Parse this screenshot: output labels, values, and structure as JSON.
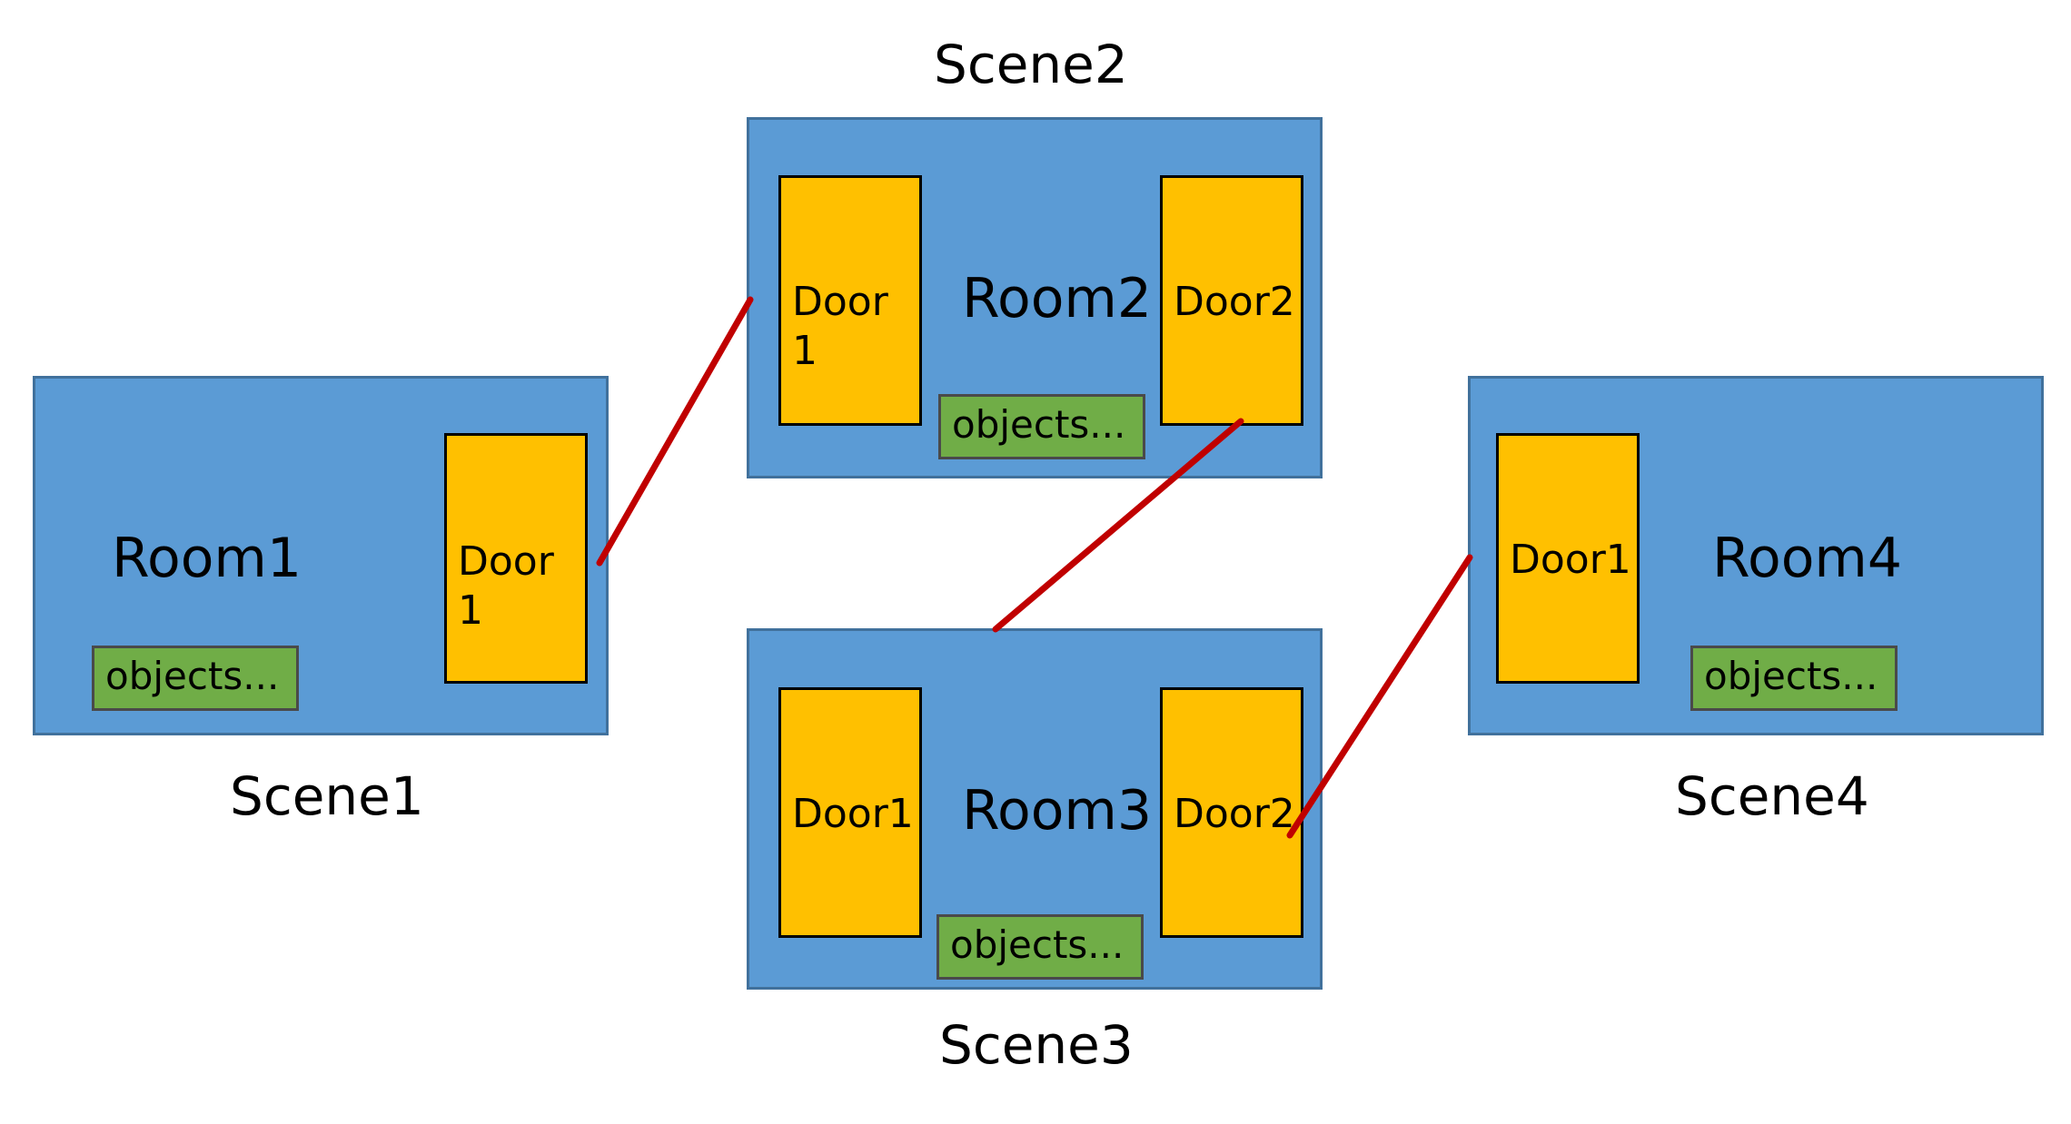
{
  "scenes": [
    {
      "label": "Scene1",
      "room": "Room1",
      "doors": [
        "Door\n1"
      ],
      "objects": "objects..."
    },
    {
      "label": "Scene2",
      "room": "Room2",
      "doors": [
        "Door\n1",
        "Door2"
      ],
      "objects": "objects..."
    },
    {
      "label": "Scene3",
      "room": "Room3",
      "doors": [
        "Door1",
        "Door2"
      ],
      "objects": "objects..."
    },
    {
      "label": "Scene4",
      "room": "Room4",
      "doors": [
        "Door1"
      ],
      "objects": "objects..."
    }
  ],
  "colors": {
    "room_fill": "#5b9bd5",
    "room_border": "#41719c",
    "door_fill": "#ffc000",
    "objects_fill": "#70ad47",
    "link_line": "#c00000"
  },
  "connections": [
    {
      "from": "Scene1.Door1",
      "to": "Scene2.Door1"
    },
    {
      "from": "Scene2.Door2",
      "to": "Scene3.Door1"
    },
    {
      "from": "Scene3.Door2",
      "to": "Scene4.Door1"
    }
  ]
}
